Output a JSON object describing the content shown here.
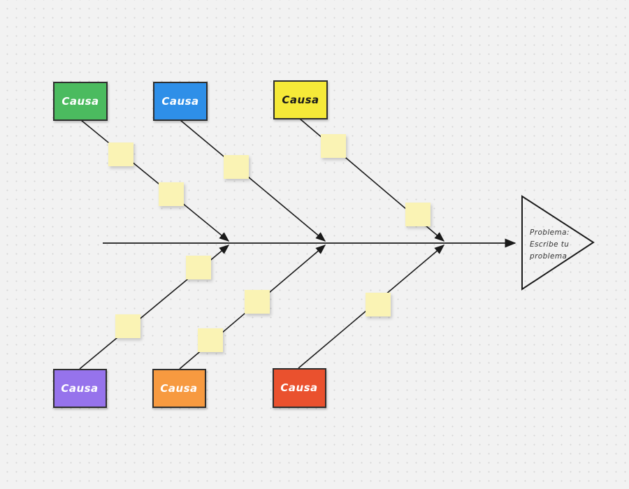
{
  "diagram": {
    "type": "fishbone",
    "background": {
      "color": "#F2F2F2",
      "dot_color": "#D6D6D6"
    },
    "line_color": "#1A1A1A",
    "sticky_note_color": "#FAF3B4",
    "problem_box": {
      "line1": "Problema:",
      "line2": "Escribe tu",
      "line3": "problema",
      "text_color": "#333333"
    },
    "top_causes": [
      {
        "label": "Causa",
        "fill": "#4CBB5F",
        "text_color": "#FFFFFF"
      },
      {
        "label": "Causa",
        "fill": "#2E8FE8",
        "text_color": "#FFFFFF"
      },
      {
        "label": "Causa",
        "fill": "#F5E937",
        "text_color": "#1A1A1A"
      }
    ],
    "bottom_causes": [
      {
        "label": "Causa",
        "fill": "#9673EC",
        "text_color": "#FFFFFF"
      },
      {
        "label": "Causa",
        "fill": "#F79A40",
        "text_color": "#FFFFFF"
      },
      {
        "label": "Causa",
        "fill": "#EA512E",
        "text_color": "#FFFFFF"
      }
    ]
  }
}
